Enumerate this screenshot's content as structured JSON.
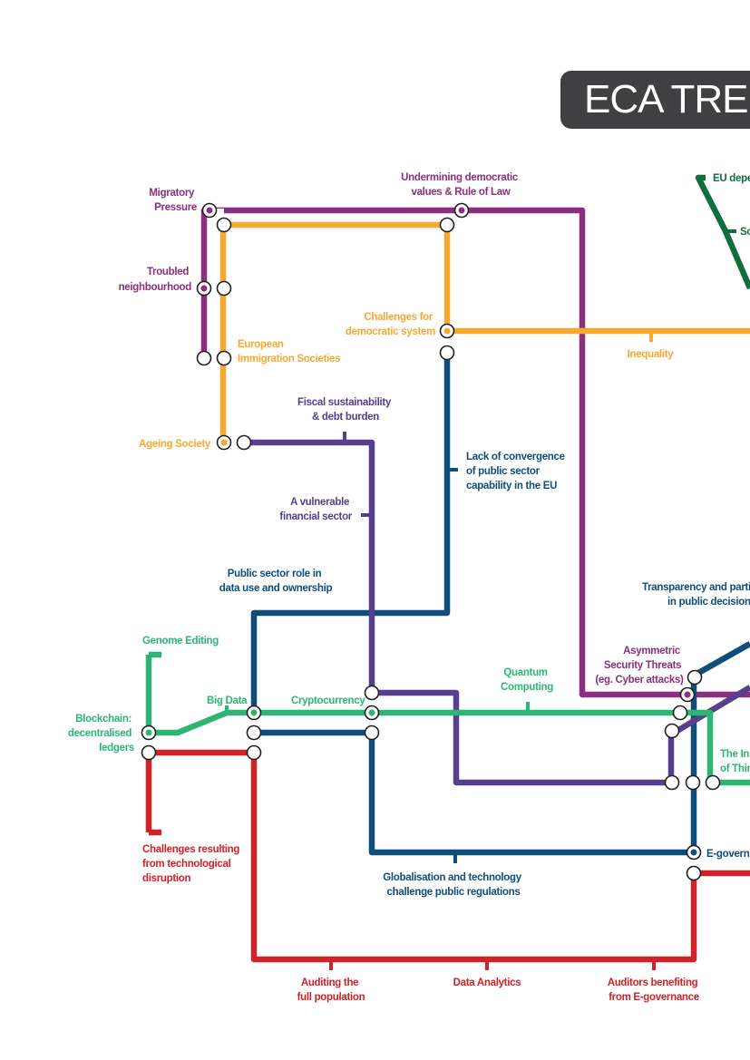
{
  "title": "ECA TREN",
  "colors": {
    "purple": "#8b2f7e",
    "orange": "#f6a931",
    "violet": "#553f8e",
    "blue": "#0f4d7a",
    "green": "#2fb573",
    "red": "#cf2229",
    "dark_green": "#0f6e3b",
    "title_bg": "#404042"
  },
  "labels": {
    "migratory_pressure": [
      "Migratory",
      "Pressure"
    ],
    "undermining": [
      "Undermining democratic",
      "values & Rule of Law"
    ],
    "eu_dep": "EU depe",
    "so": "So",
    "troubled": [
      "Troubled",
      "neighbourhood"
    ],
    "challenges_democratic": [
      "Challenges for",
      "democratic system"
    ],
    "european_immigration": [
      "European",
      "Immigration Societies"
    ],
    "inequality": "Inequality",
    "fiscal": [
      "Fiscal sustainability",
      "& debt burden"
    ],
    "ageing": "Ageing Society",
    "lack_convergence": [
      "Lack of convergence",
      "of public sector",
      "capability in the EU"
    ],
    "vulnerable": [
      "A vulnerable",
      "financial sector"
    ],
    "public_sector_role": [
      "Public sector role in",
      "data use and ownership"
    ],
    "transparency": [
      "Transparency and parti",
      "in public decision"
    ],
    "genome": "Genome Editing",
    "asymmetric": [
      "Asymmetric",
      "Security Threats",
      "(eg. Cyber attacks)"
    ],
    "quantum": [
      "Quantum",
      "Computing"
    ],
    "big_data": "Big Data",
    "cryptocurrency": "Cryptocurrency",
    "blockchain": [
      "Blockchain:",
      "decentralised",
      "ledgers"
    ],
    "internet_things": [
      "The In",
      "of Thin"
    ],
    "challenges_tech": [
      "Challenges resulting",
      "from technological",
      "disruption"
    ],
    "e_governance": "E-govern",
    "globalisation": [
      "Globalisation and technology",
      "challenge public regulations"
    ],
    "auditing": [
      "Auditing the",
      "full population"
    ],
    "data_analytics": "Data Analytics",
    "auditors": [
      "Auditors benefiting",
      "from E-governance"
    ]
  }
}
